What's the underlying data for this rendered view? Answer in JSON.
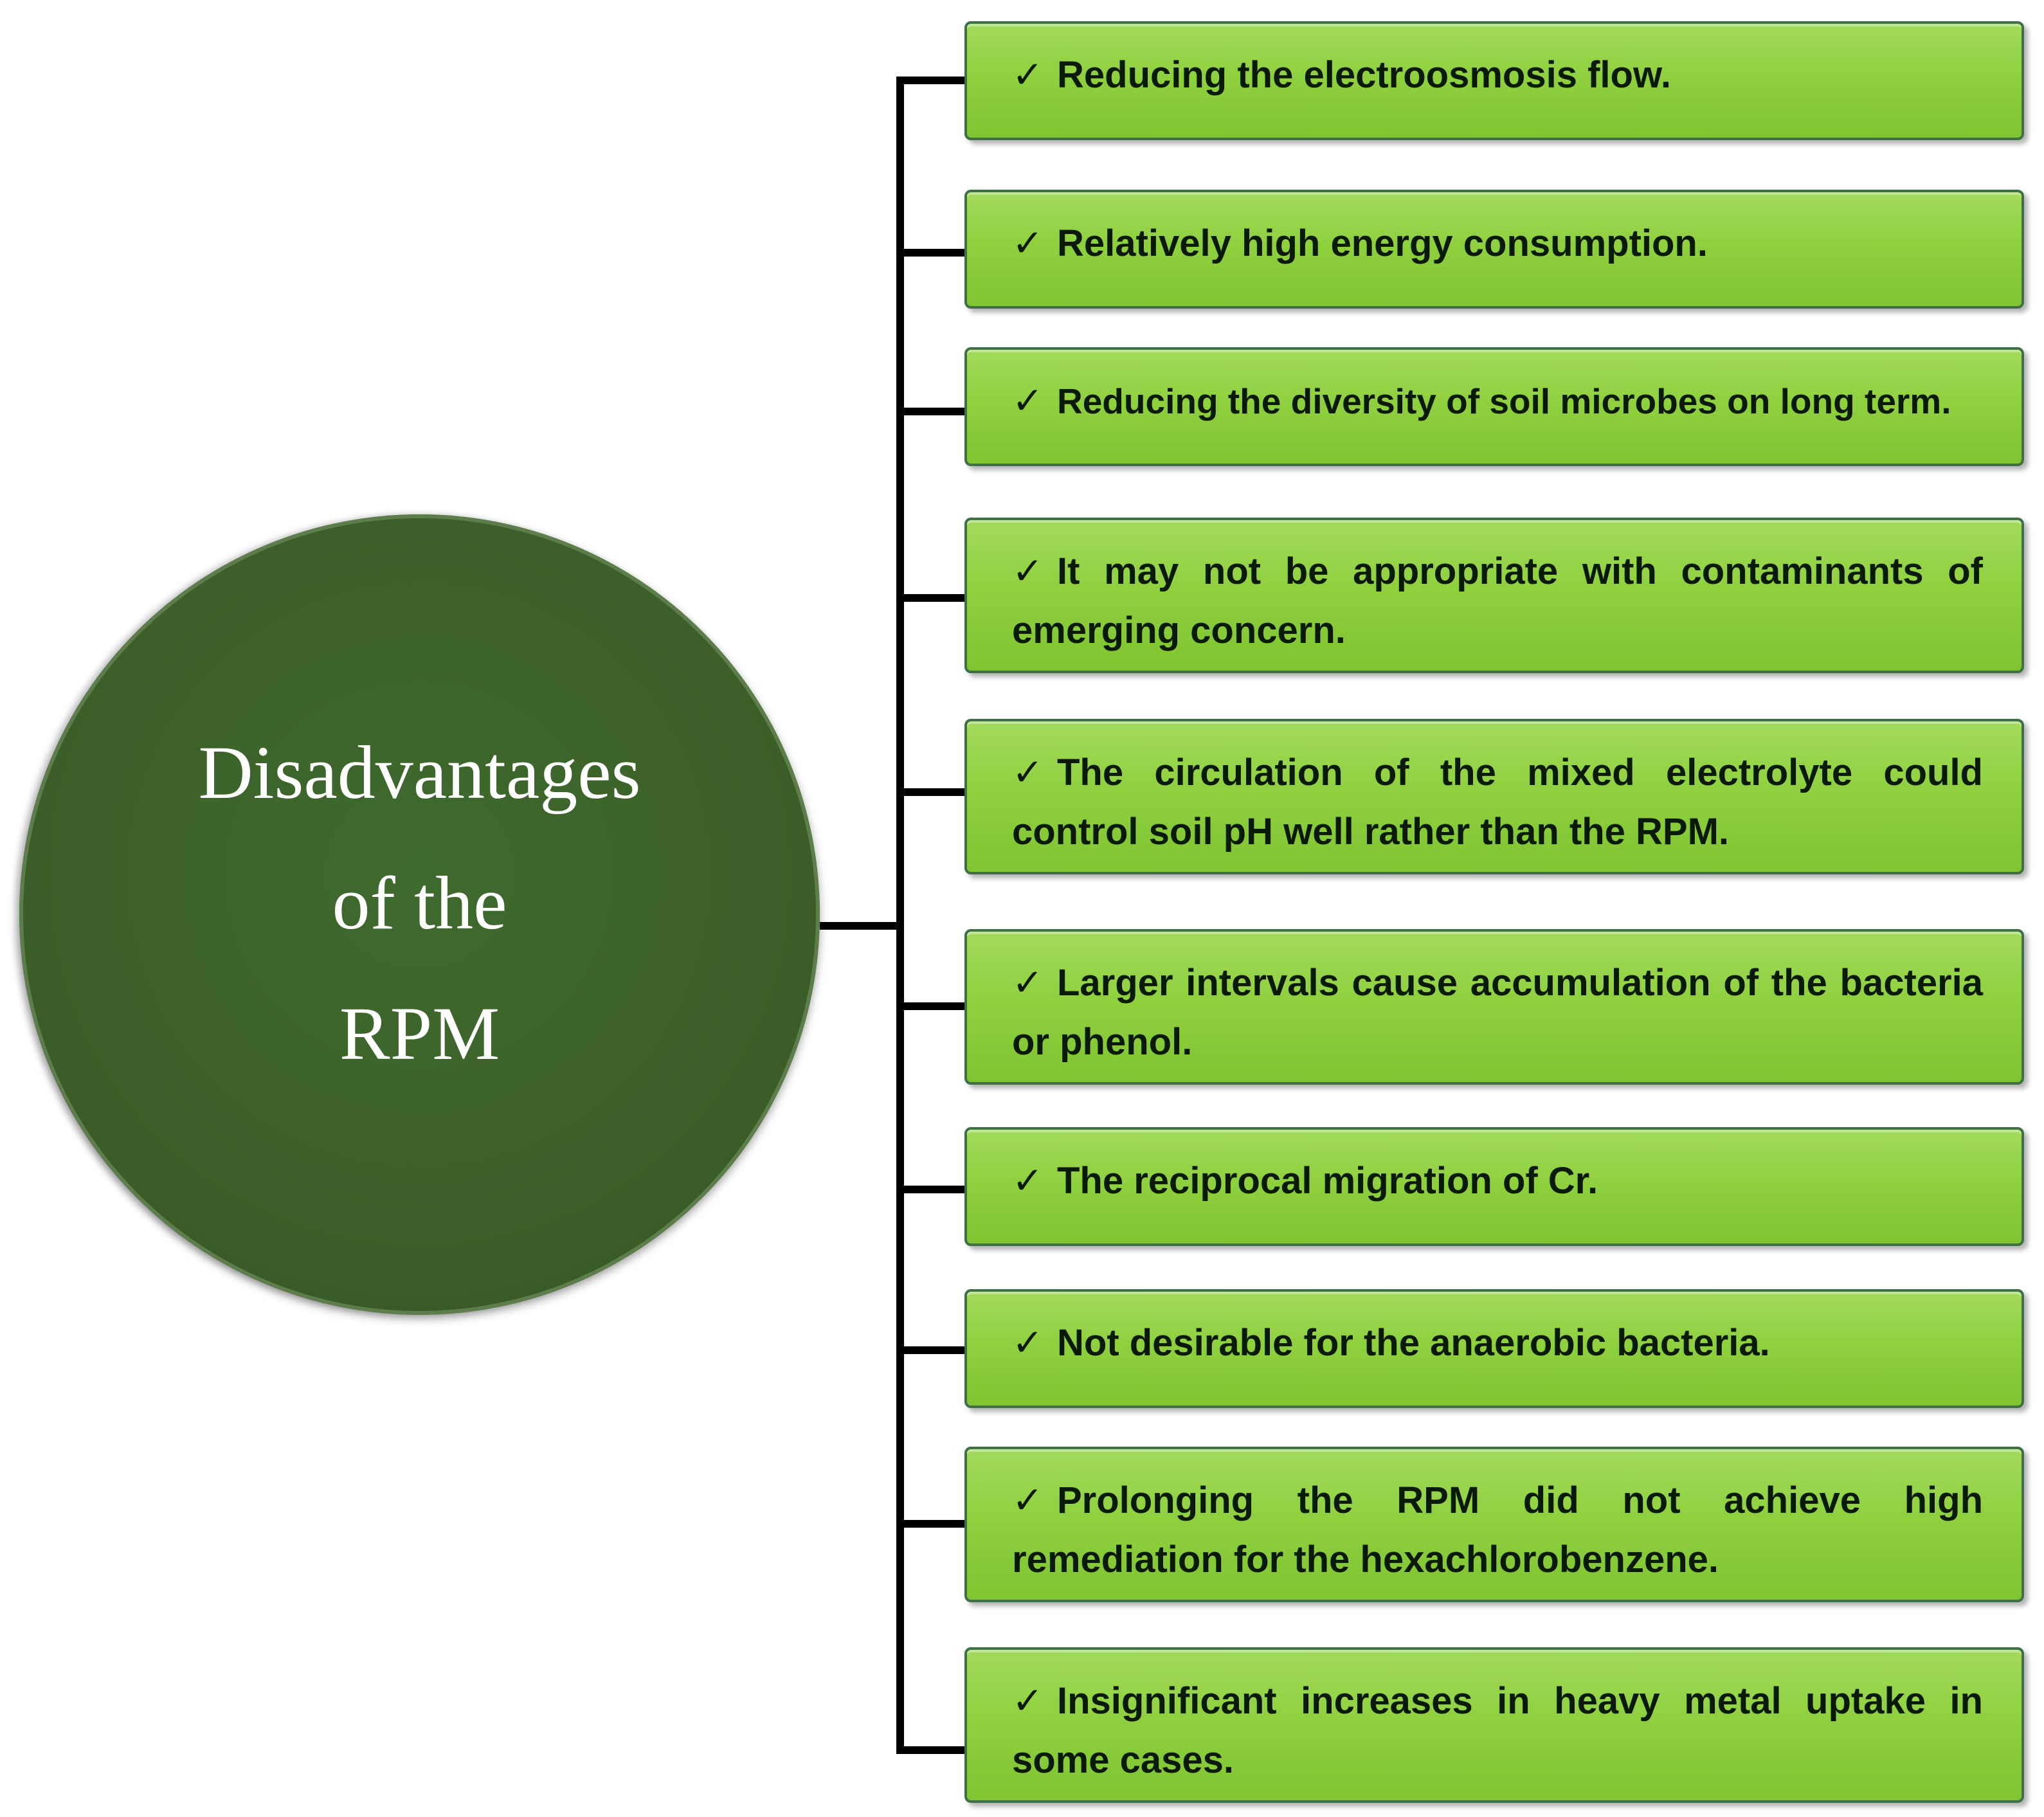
{
  "title_lines": [
    "Disadvantages",
    "of the",
    "RPM"
  ],
  "check_icon": "✓",
  "items": [
    "Reducing the electroosmosis flow.",
    "Relatively high energy consumption.",
    "Reducing the diversity of soil microbes on long term.",
    "It may not be appropriate with contaminants of emerging concern.",
    "The circulation of the mixed electrolyte could control soil pH well rather than the RPM.",
    "Larger intervals cause accumulation of the bacteria or phenol.",
    "The reciprocal migration of Cr.",
    "Not desirable for the anaerobic bacteria.",
    "Prolonging the RPM did not achieve high remediation for the hexachlorobenzene.",
    "Insignificant increases in heavy metal uptake in some cases."
  ],
  "colors": {
    "circle": "#3c6029",
    "box_fill": "#8fd03f",
    "box_border": "#3f6f45",
    "connector": "#000000"
  }
}
